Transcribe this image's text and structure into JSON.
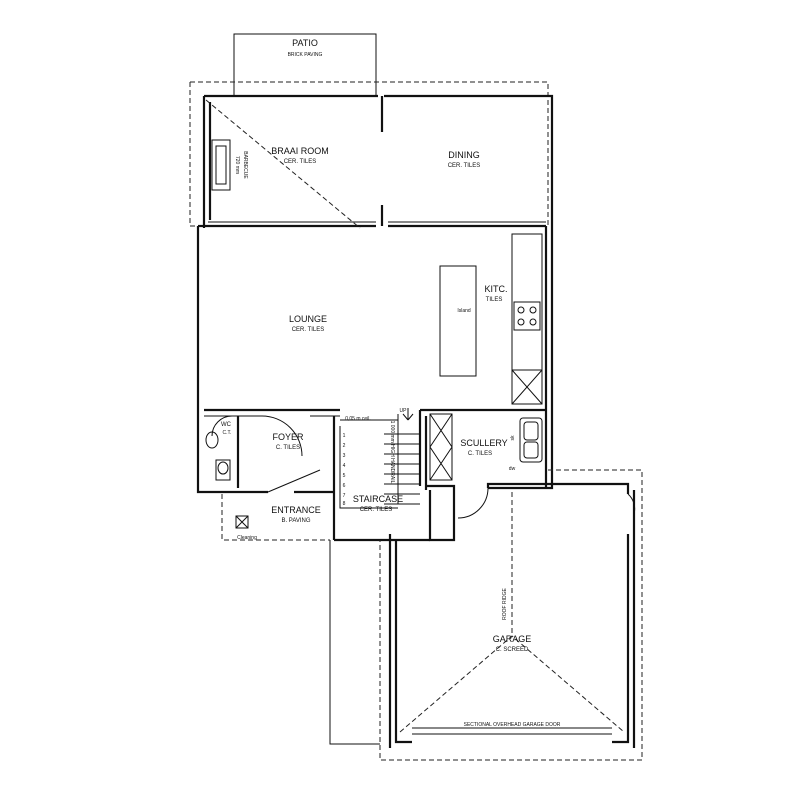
{
  "rooms": {
    "patio": {
      "name": "PATIO",
      "finish": "BRICK PAVING"
    },
    "braai_room": {
      "name": "BRAAI ROOM",
      "finish": "CER. TILES"
    },
    "braai_note": {
      "line1": "720 mm",
      "line2": "BARBECUE"
    },
    "dining": {
      "name": "DINING",
      "finish": "CER. TILES"
    },
    "lounge": {
      "name": "LOUNGE",
      "finish": "CER. TILES"
    },
    "kitchen": {
      "name": "KITC.",
      "finish": "TILES"
    },
    "island": {
      "name": "Island"
    },
    "wc": {
      "name": "WC",
      "finish": "C.T."
    },
    "foyer": {
      "name": "FOYER",
      "finish": "C. TILES"
    },
    "entrance": {
      "name": "ENTRANCE",
      "finish": "B. PAVING"
    },
    "staircase": {
      "name": "STAIRCASE",
      "finish": "CER. TILES"
    },
    "scullery": {
      "name": "SCULLERY",
      "finish": "C. TILES"
    },
    "garage": {
      "name": "GARAGE",
      "finish": "C. SCREED"
    }
  },
  "notes": {
    "ceiling": "0,05 m ceil.",
    "stair_up": "UP",
    "handrail": "1 000 mm HIGH HANDRAIL",
    "roof_ridge": "ROOF RIDGE",
    "garage_door": "SECTIONAL OVERHEAD GARAGE DOOR",
    "cleaning": "Cleaning",
    "sink": "sk",
    "dw": "dw"
  },
  "stair_numbers": [
    "1",
    "2",
    "3",
    "4",
    "5",
    "6",
    "7",
    "8"
  ]
}
